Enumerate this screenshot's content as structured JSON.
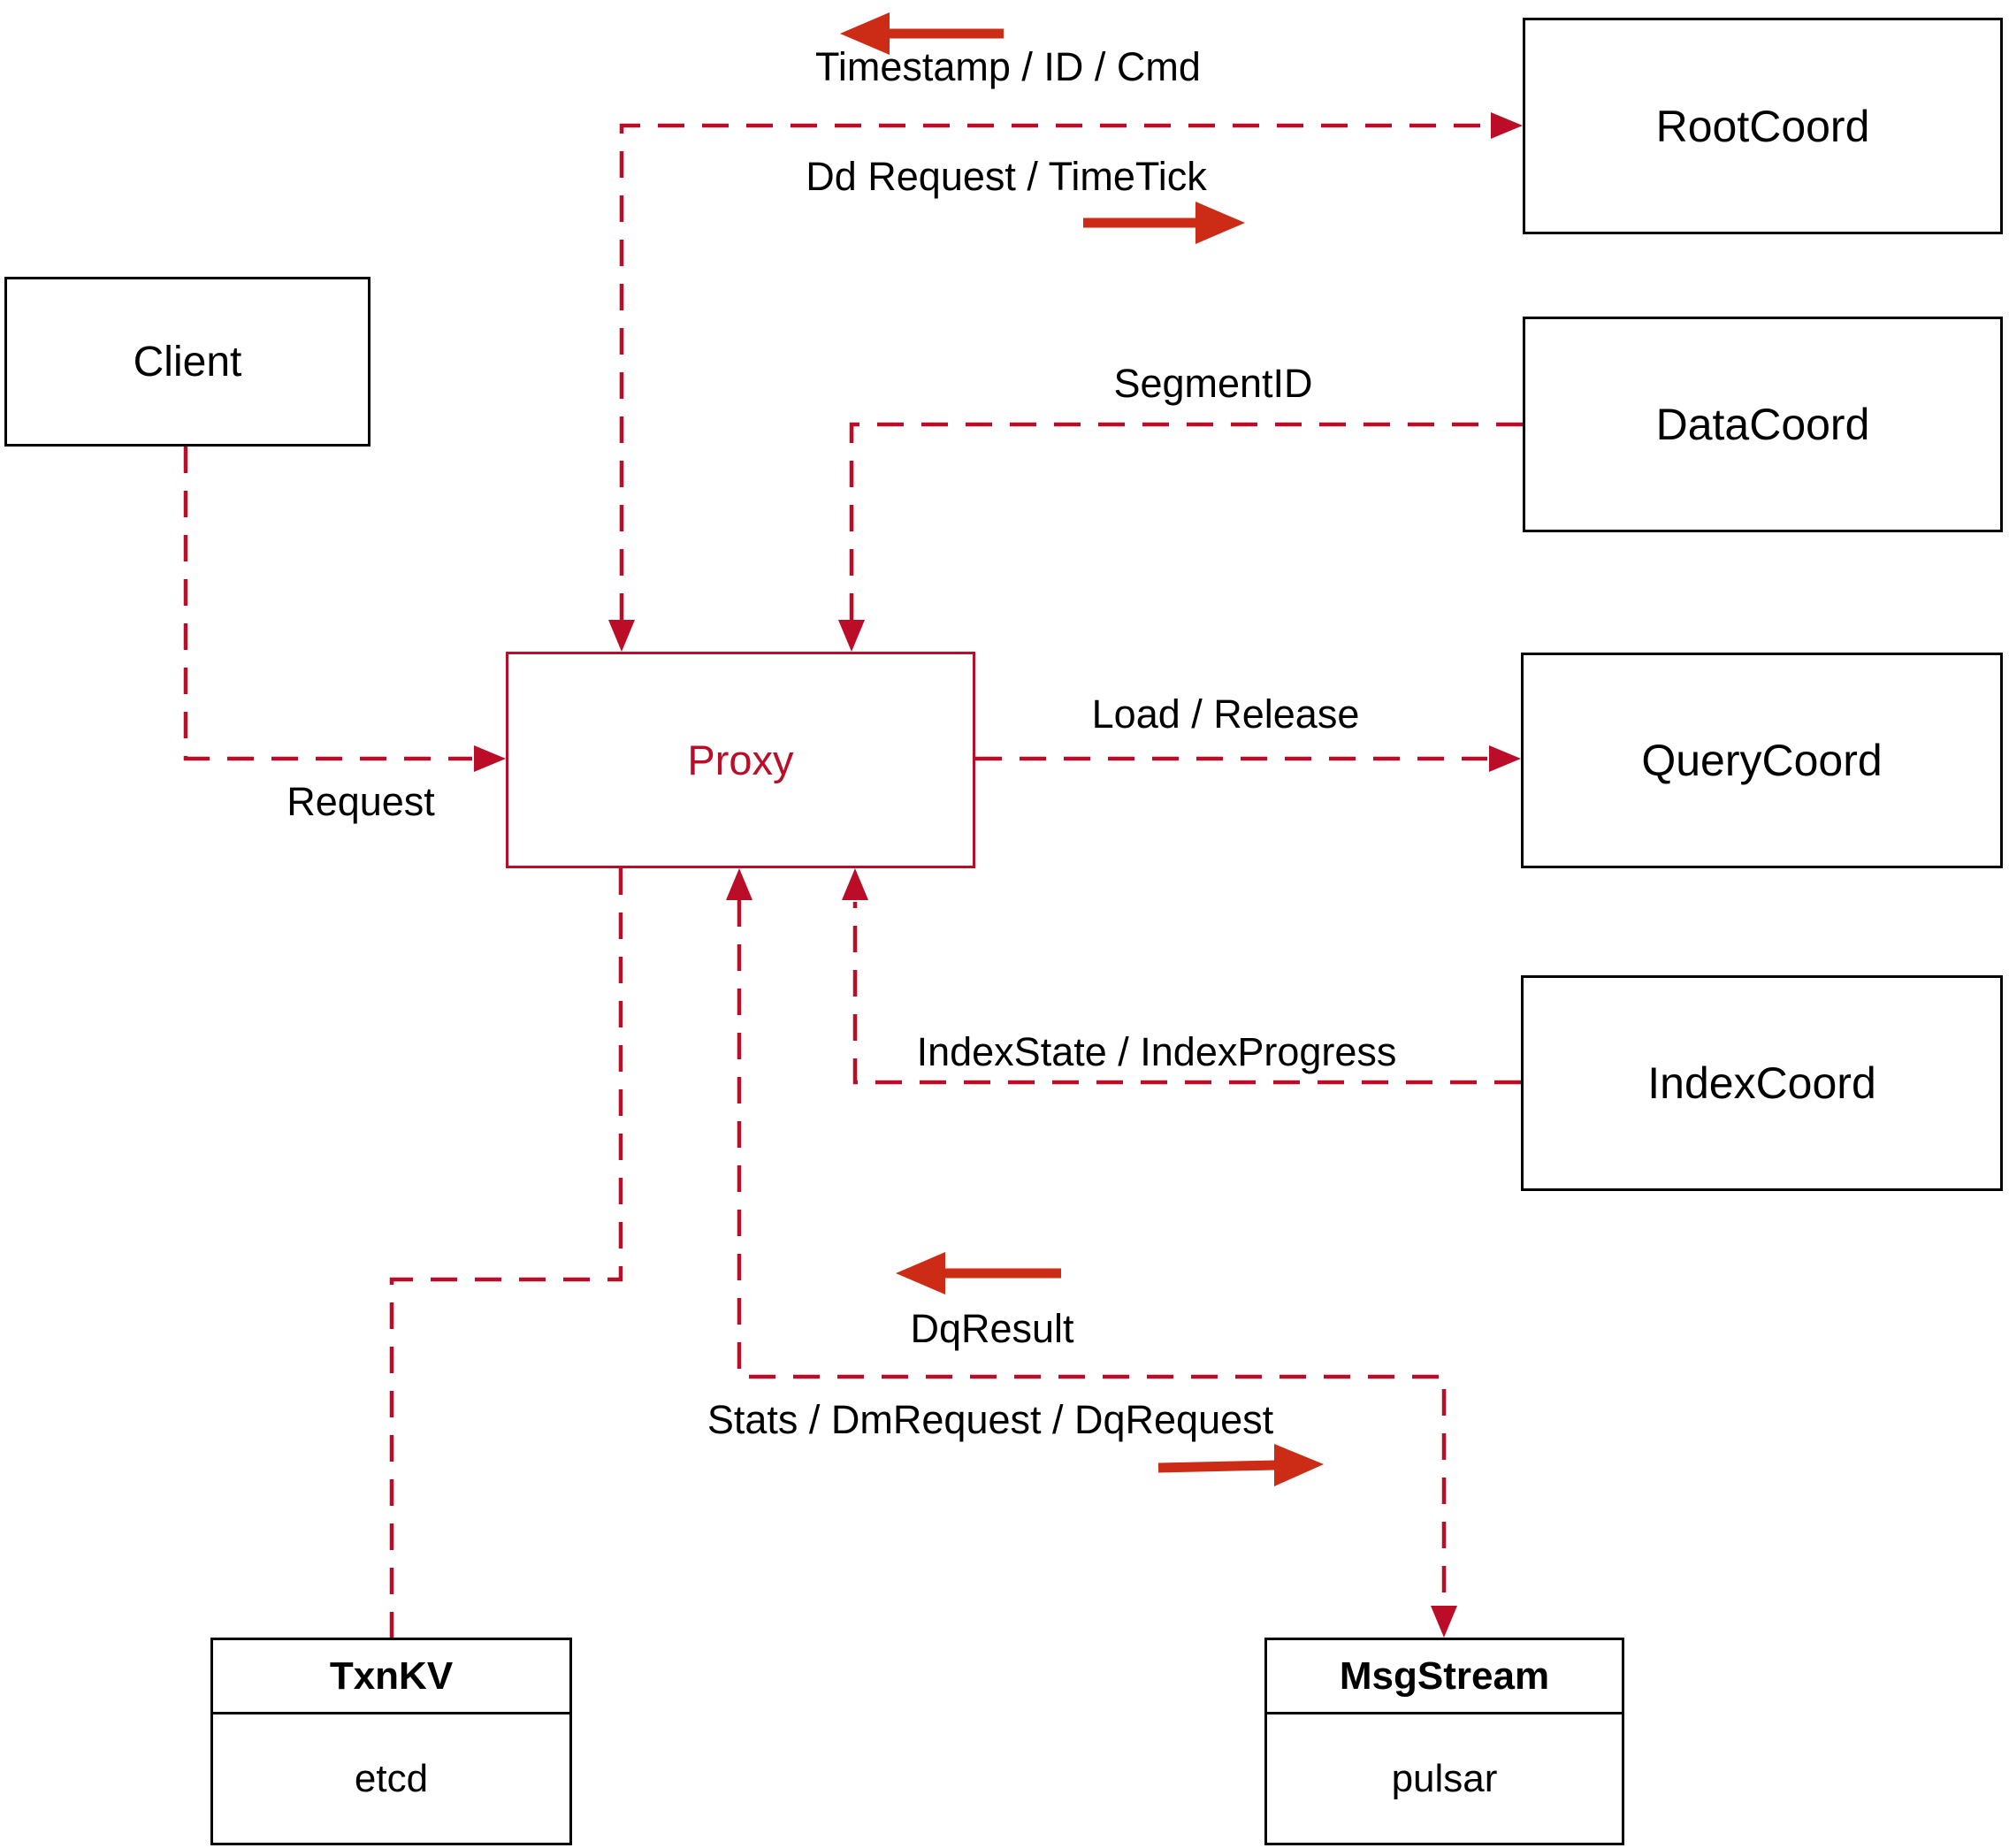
{
  "diagram": {
    "background": "#ffffff",
    "dashed_line_color": "#bb0d28",
    "solid_arrow_color": "#cc2b16",
    "box_border_color": "#000000",
    "proxy_accent_color": "#bb0d28"
  },
  "nodes": {
    "client": {
      "label": "Client"
    },
    "proxy": {
      "label": "Proxy"
    },
    "root_coord": {
      "label": "RootCoord"
    },
    "data_coord": {
      "label": "DataCoord"
    },
    "query_coord": {
      "label": "QueryCoord"
    },
    "index_coord": {
      "label": "IndexCoord"
    },
    "txn_kv": {
      "title": "TxnKV",
      "subtitle": "etcd"
    },
    "msg_stream": {
      "title": "MsgStream",
      "subtitle": "pulsar"
    }
  },
  "edge_labels": {
    "timestamp": "Timestamp / ID / Cmd",
    "dd_request": "Dd Request / TimeTick",
    "segment_id": "SegmentID",
    "load_release": "Load / Release",
    "request": "Request",
    "index_state": "IndexState / IndexProgress",
    "dq_result": "DqResult",
    "stats": "Stats / DmRequest / DqRequest"
  }
}
